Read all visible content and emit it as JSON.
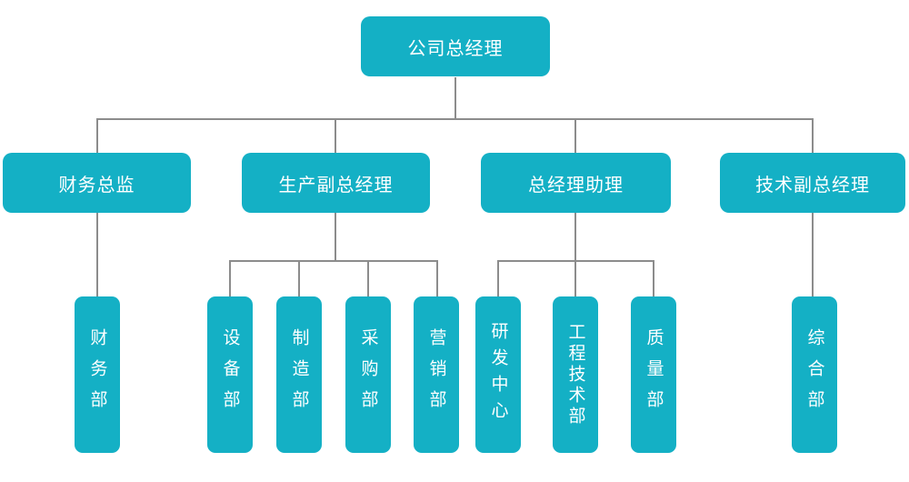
{
  "org": {
    "root": {
      "label": "公司总经理"
    },
    "level2": [
      {
        "label": "财务总监"
      },
      {
        "label": "生产副总经理"
      },
      {
        "label": "总经理助理"
      },
      {
        "label": "技术副总经理"
      }
    ],
    "level3": [
      {
        "label": "财务部"
      },
      {
        "label": "设备部"
      },
      {
        "label": "制造部"
      },
      {
        "label": "采购部"
      },
      {
        "label": "营销部"
      },
      {
        "label": "研发中心"
      },
      {
        "label": "工程技术部"
      },
      {
        "label": "质量部"
      },
      {
        "label": "综合部"
      }
    ]
  },
  "colors": {
    "box": "#14b0c5",
    "line": "#8c8c8c",
    "text": "#ffffff",
    "background": "#ffffff"
  }
}
